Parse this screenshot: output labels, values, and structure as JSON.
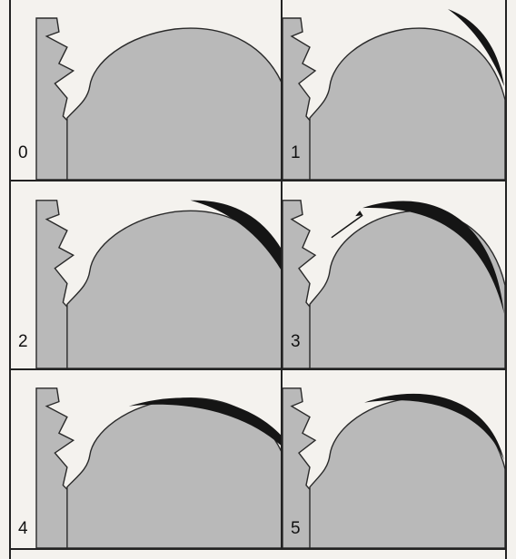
{
  "panels": [
    {
      "label": "0",
      "stage": 0
    },
    {
      "label": "1",
      "stage": 1
    },
    {
      "label": "2",
      "stage": 2
    },
    {
      "label": "3",
      "stage": 3
    },
    {
      "label": "4",
      "stage": 4
    },
    {
      "label": "5",
      "stage": 5
    }
  ],
  "colors": {
    "bone_fill": "#b9b9b9",
    "outline": "#2a2a2a",
    "osteophyte": "#151515",
    "frame": "#222222"
  }
}
